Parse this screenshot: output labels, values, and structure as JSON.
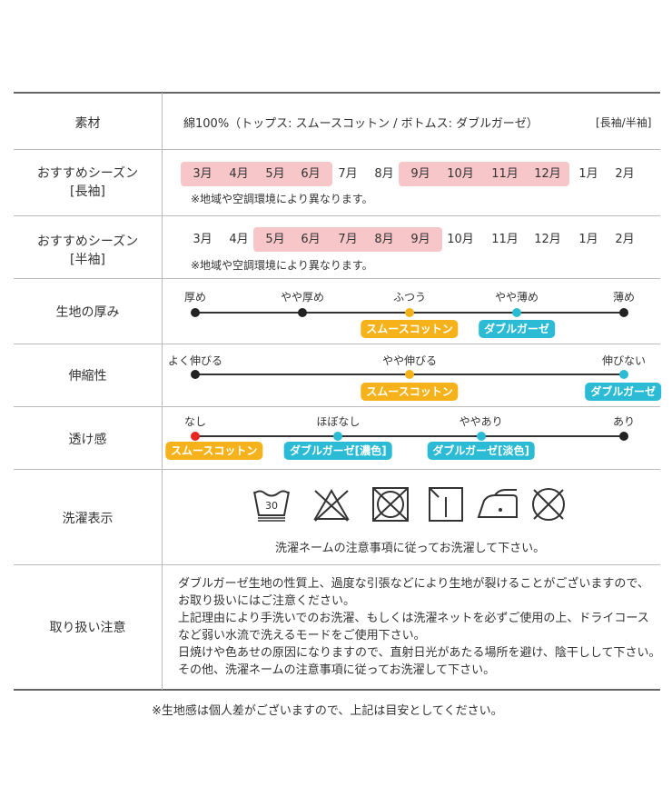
{
  "rows": {
    "material": {
      "label": "素材",
      "value": "綿100%（トップス: スムースコットン / ボトムス: ダブルガーゼ）",
      "note": "[長袖/半袖]"
    },
    "season_long": {
      "label_line1": "おすすめシーズン",
      "label_line2": "[長袖]",
      "months": [
        "3月",
        "4月",
        "5月",
        "6月",
        "7月",
        "8月",
        "9月",
        "10月",
        "11月",
        "12月",
        "1月",
        "2月"
      ],
      "highlighted": [
        "3月",
        "4月",
        "5月",
        "6月",
        "9月",
        "10月",
        "11月",
        "12月"
      ],
      "note": "※地域や空調環境により異なります。"
    },
    "season_short": {
      "label_line1": "おすすめシーズン",
      "label_line2": "[半袖]",
      "months": [
        "3月",
        "4月",
        "5月",
        "6月",
        "7月",
        "8月",
        "9月",
        "10月",
        "11月",
        "12月",
        "1月",
        "2月"
      ],
      "highlighted": [
        "5月",
        "6月",
        "7月",
        "8月",
        "9月"
      ],
      "note": "※地域や空調環境により異なります。"
    },
    "thickness": {
      "label": "生地の厚み",
      "scale": [
        "厚め",
        "やや厚め",
        "ふつう",
        "やや薄め",
        "薄め"
      ],
      "tags": [
        {
          "text": "スムースコットン",
          "position": 0.5,
          "color": "orange"
        },
        {
          "text": "ダブルガーゼ",
          "position": 0.75,
          "color": "cyan"
        }
      ]
    },
    "stretch": {
      "label": "伸縮性",
      "scale": [
        "よく伸びる",
        "やや伸びる",
        "伸びない"
      ],
      "tags": [
        {
          "text": "スムースコットン",
          "position": 0.5,
          "color": "orange"
        },
        {
          "text": "ダブルガーゼ",
          "position": 1.0,
          "color": "cyan"
        }
      ]
    },
    "sheer": {
      "label": "透け感",
      "scale": [
        "なし",
        "ほぼなし",
        "ややあり",
        "あり"
      ],
      "tags": [
        {
          "text": "スムースコットン",
          "position": 0.0,
          "color": "orange"
        },
        {
          "text": "ダブルガーゼ[濃色]",
          "position": 0.3333,
          "color": "cyan"
        },
        {
          "text": "ダブルガーゼ[淡色]",
          "position": 0.6667,
          "color": "cyan"
        }
      ]
    },
    "washing": {
      "label": "洗濯表示",
      "icons": [
        "wash-30-gentle-icon",
        "no-bleach-icon",
        "no-tumble-dry-icon",
        "line-dry-shade-icon",
        "iron-low-icon",
        "no-dry-clean-icon"
      ],
      "wash_temp": "30",
      "note": "洗濯ネームの注意事項に従ってお洗濯して下さい。"
    },
    "handling": {
      "label": "取り扱い注意",
      "lines": [
        "ダブルガーゼ生地の性質上、過度な引張などにより生地が裂けることがございますので、",
        "お取り扱いにはご注意ください。",
        "上記理由により手洗いでのお洗濯、もしくは洗濯ネットを必ずご使用の上、ドライコース",
        "など弱い水流で洗えるモードをご使用下さい。",
        "日焼けや色あせの原因になりますので、直射日光があたる場所を避け、陰干しして下さい。",
        "その他、洗濯ネームの注意事項に従ってお洗濯して下さい。"
      ]
    }
  },
  "footer_note": "※生地感は個人差がございますので、上記は目安としてください。",
  "colors": {
    "highlight": "#f7c6c9",
    "orange": "#f5b21b",
    "cyan": "#2bbbd4",
    "red": "#e8261f"
  }
}
